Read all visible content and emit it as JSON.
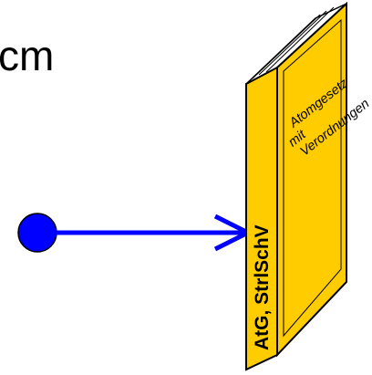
{
  "unit_text": "cm",
  "book": {
    "spine_text": "AtG, StrlSchV",
    "cover_lines": [
      "Atomgesetz",
      "mit",
      "Verordnungen"
    ]
  },
  "colors": {
    "book_fill": "#FFCC00",
    "ball_fill": "#0000FF",
    "arrow": "#0000FF",
    "outline": "#000000"
  },
  "icons": [
    "source-dot",
    "arrow-right"
  ]
}
